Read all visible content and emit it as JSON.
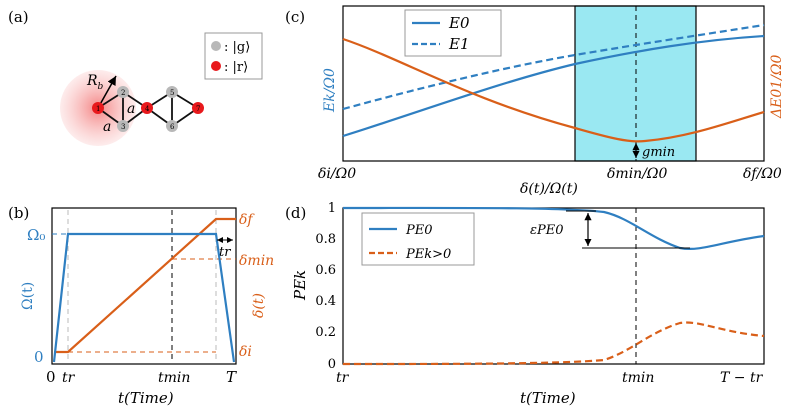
{
  "colors": {
    "blue": "#2f7fc1",
    "orange": "#d95f19",
    "cyan_band": "#9ae8f2",
    "ground": "#b8b8b8",
    "rydberg": "#e8191c",
    "halo": "#f4a6a6"
  },
  "panel_a": {
    "label": "(a)",
    "legend": {
      "ground": ": |g⟩",
      "rydberg": ": |r⟩"
    },
    "blockade_radius": "R",
    "blockade_sub": "b",
    "edge_label": "a",
    "nodes": [
      {
        "id": "1",
        "state": "r"
      },
      {
        "id": "2",
        "state": "g"
      },
      {
        "id": "3",
        "state": "g"
      },
      {
        "id": "4",
        "state": "r"
      },
      {
        "id": "5",
        "state": "g"
      },
      {
        "id": "6",
        "state": "g"
      },
      {
        "id": "7",
        "state": "r"
      }
    ]
  },
  "panel_b": {
    "label": "(b)",
    "y_left": {
      "label": "Ω(t)",
      "ticks": [
        "0",
        "Ω₀"
      ]
    },
    "y_right": {
      "label": "δ(t)",
      "ticks": [
        "δf",
        "δmin",
        "δi"
      ]
    },
    "x_label": "t(Time)",
    "x_ticks": [
      "0",
      "tr",
      "tmin",
      "T"
    ],
    "tr_marker": "tr",
    "chart_data": {
      "type": "line",
      "series": [
        {
          "name": "Ω(t)",
          "x": [
            0,
            0.05,
            0.95,
            1.0
          ],
          "y": [
            0,
            1,
            1,
            0
          ]
        },
        {
          "name": "δ(t)",
          "x": [
            0,
            0.05,
            0.95,
            1.0
          ],
          "y": [
            0,
            0,
            1,
            1
          ]
        }
      ],
      "xlim": [
        0,
        1
      ],
      "ylim": [
        0,
        1
      ]
    }
  },
  "panel_c": {
    "label": "(c)",
    "legend": [
      "E0",
      "E1"
    ],
    "y_left_label": "Ek/Ω0",
    "y_right_label": "ΔE01/Ω0",
    "x_label": "δ(t)/Ω(t)",
    "x_ticks": [
      "δi/Ω0",
      "δmin/Ω0",
      "δf/Ω0"
    ],
    "gap_label": "gmin",
    "chart_data": {
      "type": "line",
      "x": [
        0,
        0.1,
        0.2,
        0.3,
        0.4,
        0.5,
        0.6,
        0.7,
        0.8,
        0.9,
        1.0
      ],
      "series": [
        {
          "name": "E0",
          "values": [
            0.2,
            0.3,
            0.39,
            0.47,
            0.55,
            0.62,
            0.68,
            0.72,
            0.76,
            0.78,
            0.8
          ]
        },
        {
          "name": "E1",
          "values": [
            0.38,
            0.47,
            0.55,
            0.62,
            0.68,
            0.74,
            0.78,
            0.82,
            0.85,
            0.88,
            0.91
          ]
        },
        {
          "name": "ΔE01",
          "values": [
            0.85,
            0.7,
            0.56,
            0.42,
            0.3,
            0.22,
            0.2,
            0.15,
            0.2,
            0.27,
            0.35
          ]
        }
      ],
      "highlight_band": [
        0.55,
        0.85
      ]
    }
  },
  "panel_d": {
    "label": "(d)",
    "y_label": "PEk",
    "y_ticks": [
      "0",
      "0.2",
      "0.4",
      "0.6",
      "0.8",
      "1"
    ],
    "x_label": "t(Time)",
    "x_ticks": [
      "tr",
      "tmin",
      "T − tr"
    ],
    "legend": [
      "PE0",
      "PEk>0"
    ],
    "eps_label": "εPE0",
    "chart_data": {
      "type": "line",
      "x": [
        0,
        0.1,
        0.2,
        0.3,
        0.4,
        0.5,
        0.6,
        0.65,
        0.7,
        0.75,
        0.8,
        0.85,
        0.9,
        0.95,
        1.0
      ],
      "series": [
        {
          "name": "PE0",
          "values": [
            1,
            1,
            1,
            1,
            1,
            1,
            0.99,
            0.96,
            0.85,
            0.77,
            0.73,
            0.75,
            0.79,
            0.81,
            0.82
          ]
        },
        {
          "name": "PEk>0",
          "values": [
            0,
            0,
            0,
            0,
            0,
            0,
            0.01,
            0.04,
            0.14,
            0.23,
            0.27,
            0.25,
            0.21,
            0.19,
            0.18
          ]
        }
      ],
      "ylim": [
        0,
        1
      ]
    }
  }
}
